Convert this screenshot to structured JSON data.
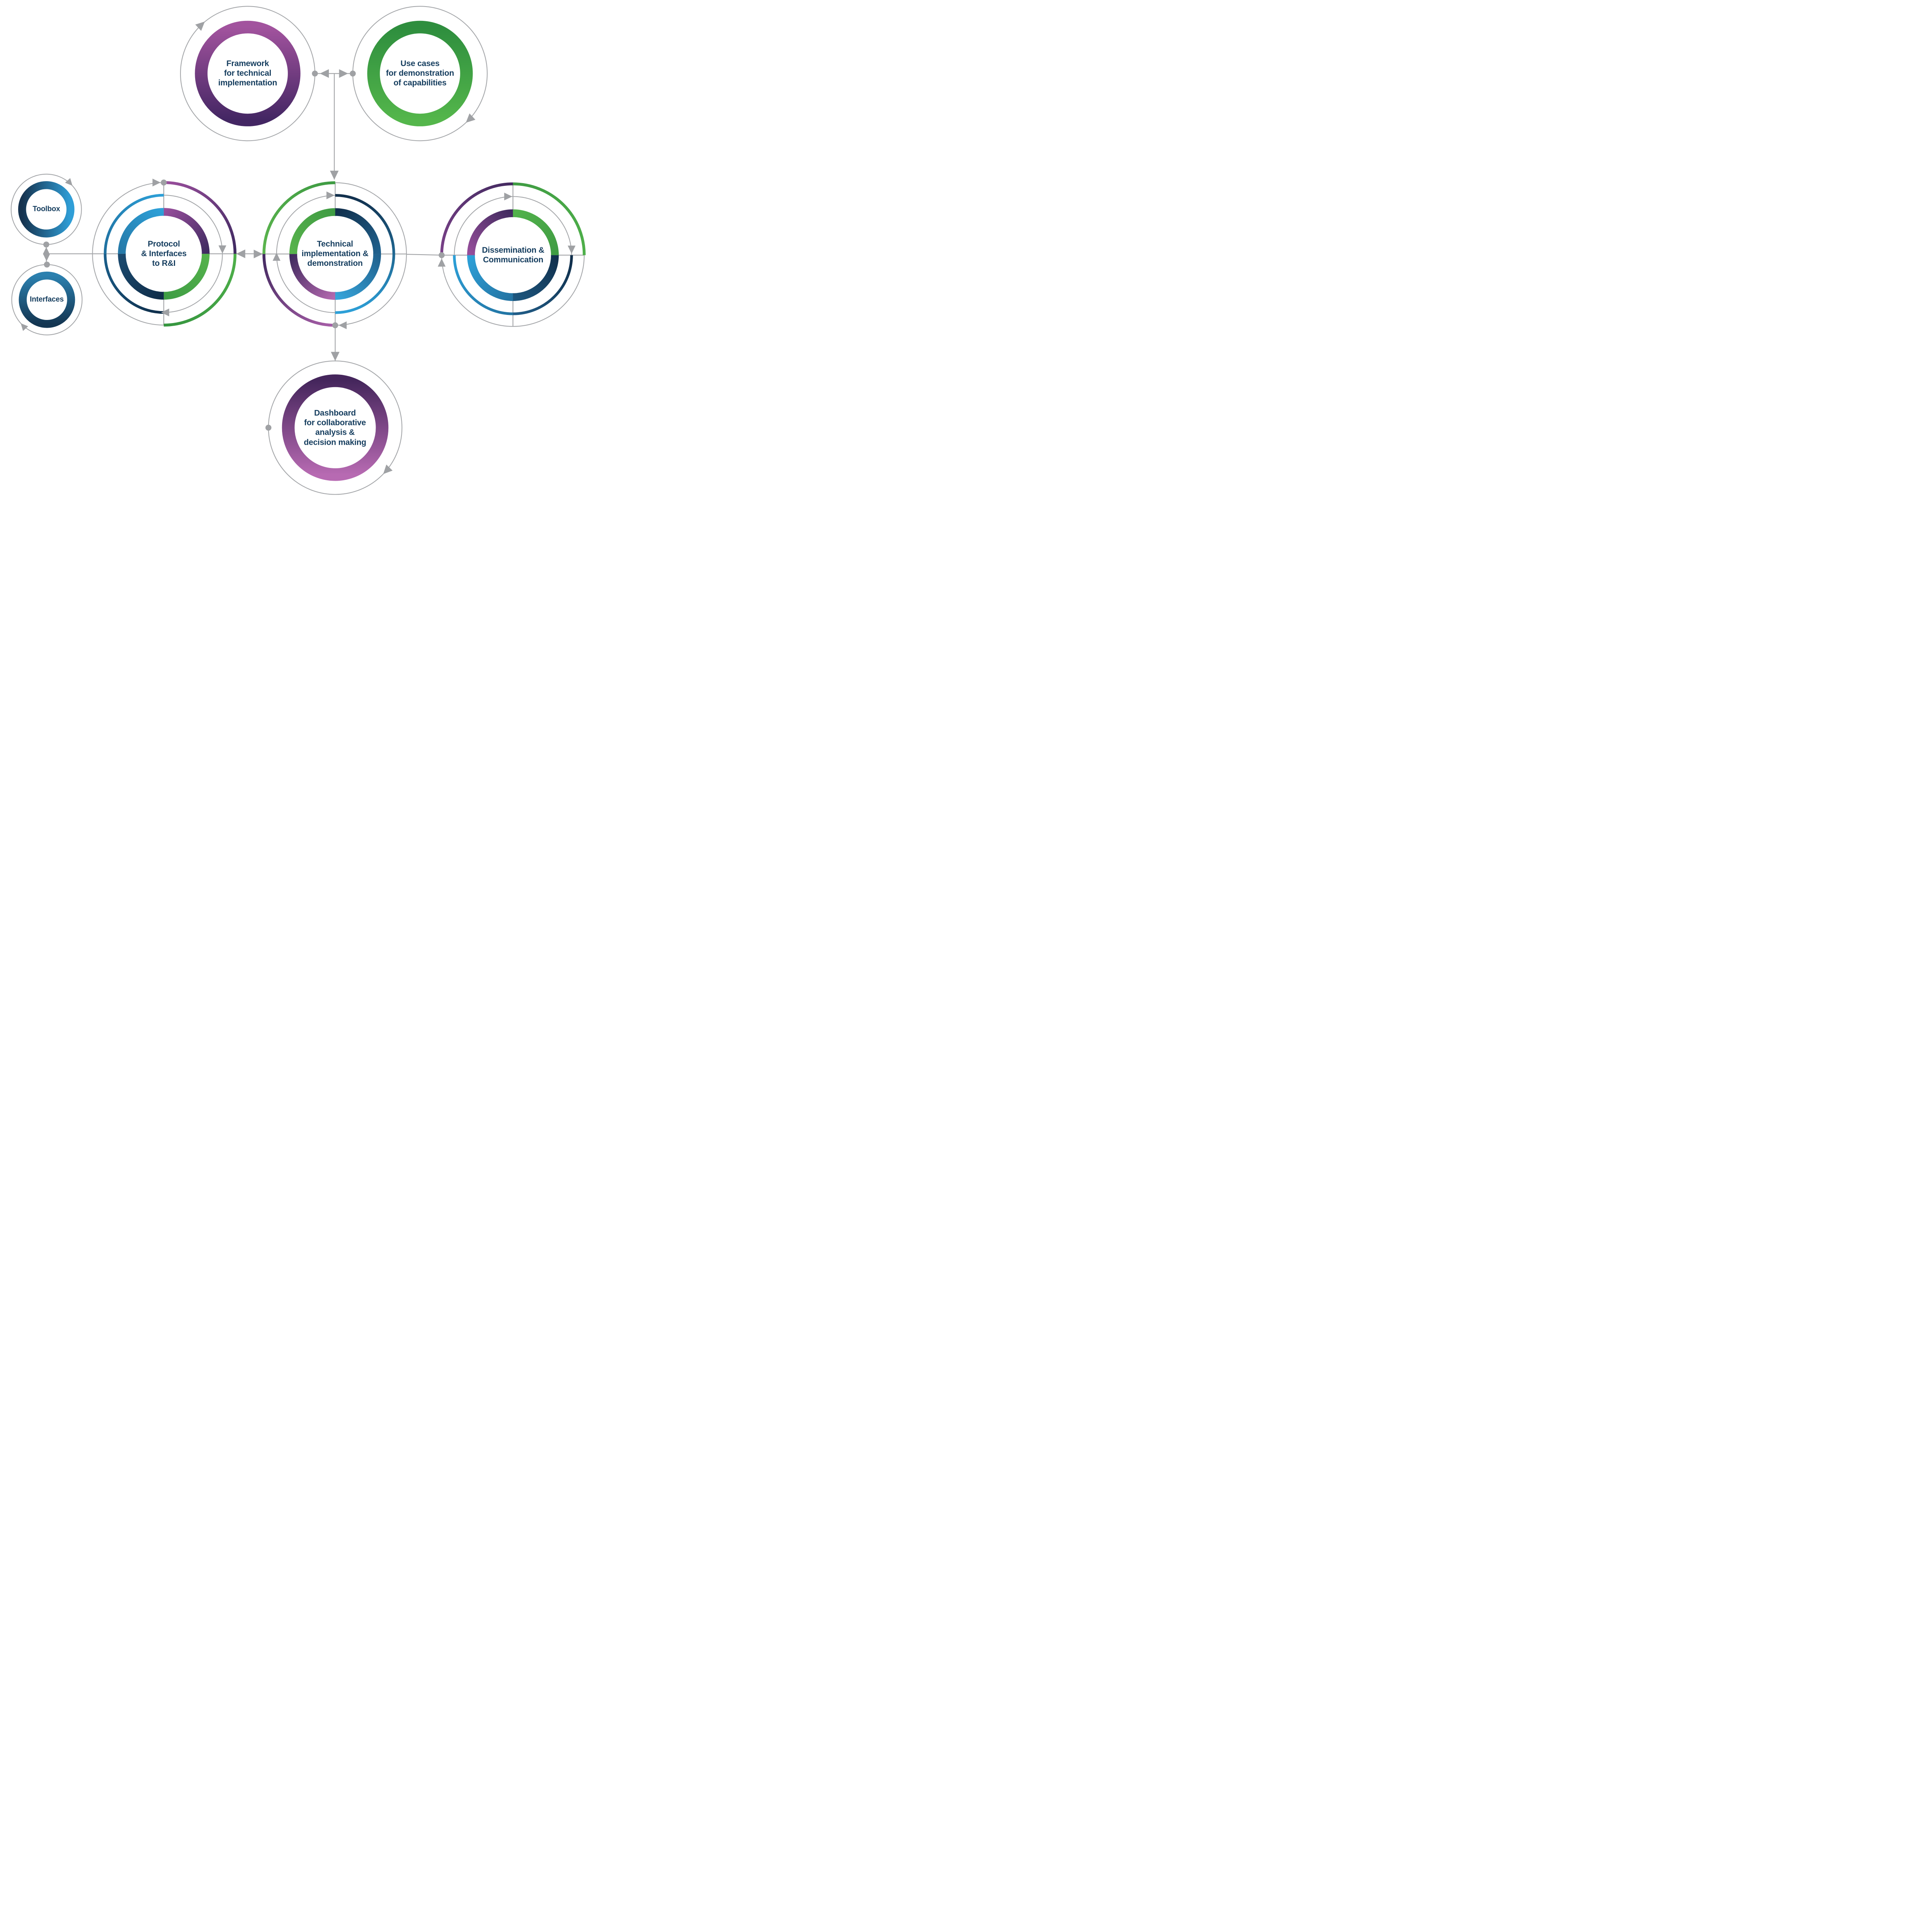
{
  "diagram": {
    "title": "Project work-package structure diagram",
    "background": "#ffffff",
    "colors": {
      "label_text": "#163E5F",
      "connector_gray": "#9FA1A4",
      "purple_light": "#9B4F9D",
      "purple_dark": "#3F2A60",
      "magenta": "#B268AE",
      "green_dark": "#2E8E3E",
      "green_light": "#58B44D",
      "navy_dark": "#0F2D49",
      "steel_blue": "#2472A1",
      "light_blue": "#2DA0D8"
    },
    "nodes": {
      "framework": {
        "label": "Framework\nfor technical\nimplementation",
        "ring_style": "purple gradient ring"
      },
      "use_cases": {
        "label": "Use cases\nfor demonstration\nof capabilities",
        "ring_style": "green gradient ring"
      },
      "toolbox": {
        "label": "Toolbox",
        "ring_style": "navy-to-blue gradient ring"
      },
      "interfaces": {
        "label": "Interfaces",
        "ring_style": "blue-to-navy gradient ring"
      },
      "protocol": {
        "label": "Protocol\n& Interfaces\nto R&I",
        "ring_style": "quadrant ring: light-blue, purple, green, navy"
      },
      "technical": {
        "label": "Technical\nimplementation &\ndemonstration",
        "ring_style": "quadrant ring: green, navy, light-blue, purple"
      },
      "dissemination": {
        "label": "Dissemination &\nCommunication",
        "ring_style": "quadrant ring: purple, green, navy, light-blue"
      },
      "dashboard": {
        "label": "Dashboard\nfor collaborative\nanalysis &\ndecision making",
        "ring_style": "purple gradient ring"
      }
    },
    "connections": [
      {
        "from": "framework",
        "to": "use_cases",
        "style": "horizontal line, arrows to both nodes, dots on orbits"
      },
      {
        "from": "framework/use_cases junction",
        "to": "technical",
        "style": "vertical line, arrow into technical"
      },
      {
        "from": "toolbox",
        "to": "interfaces",
        "style": "vertical line, arrows to both nodes, dots on orbits"
      },
      {
        "from": "toolbox/interfaces junction",
        "to": "protocol",
        "style": "horizontal line"
      },
      {
        "from": "protocol",
        "to": "technical",
        "style": "horizontal line, arrows to both nodes"
      },
      {
        "from": "technical",
        "to": "dissemination",
        "style": "horizontal line, dot on dissemination orbit"
      },
      {
        "from": "technical",
        "to": "dashboard",
        "style": "vertical line from bottom dot, arrow into dashboard"
      }
    ]
  }
}
